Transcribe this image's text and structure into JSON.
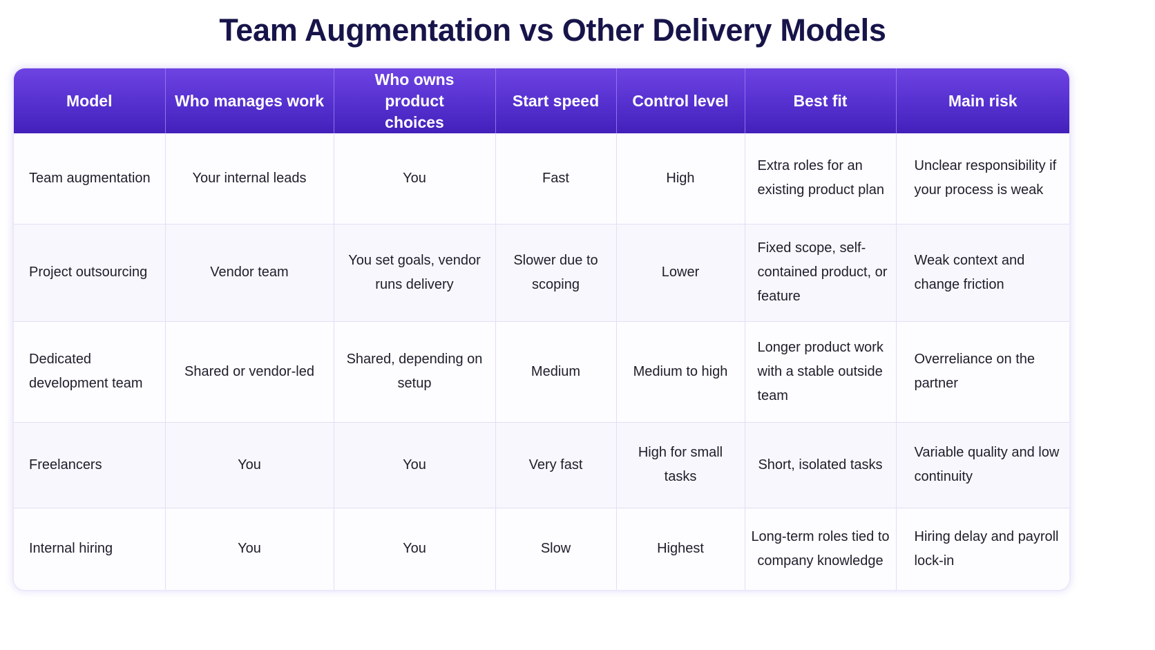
{
  "title": "Team Augmentation vs Other Delivery Models",
  "table": {
    "headers": [
      "Model",
      "Who manages work",
      "Who owns product choices",
      "Start speed",
      "Control level",
      "Best fit",
      "Main risk"
    ],
    "rows": [
      {
        "model": "Team augmentation",
        "manages": "Your internal leads",
        "owns": "You",
        "speed": "Fast",
        "control": "High",
        "fit": "Extra roles for an existing product plan",
        "risk": "Unclear responsibility if your process is weak"
      },
      {
        "model": "Project outsourcing",
        "manages": "Vendor team",
        "owns": "You set goals, vendor runs delivery",
        "speed": "Slower due to scoping",
        "control": "Lower",
        "fit": "Fixed scope, self-contained product, or feature",
        "risk": "Weak context and change friction"
      },
      {
        "model": "Dedicated development team",
        "manages": "Shared or vendor-led",
        "owns": "Shared, depending on setup",
        "speed": "Medium",
        "control": "Medium to high",
        "fit": "Longer product work with a stable outside team",
        "risk": "Overreliance on the partner"
      },
      {
        "model": "Freelancers",
        "manages": "You",
        "owns": "You",
        "speed": "Very fast",
        "control": "High for small tasks",
        "fit": "Short, isolated tasks",
        "risk": "Variable quality and low continuity"
      },
      {
        "model": "Internal hiring",
        "manages": "You",
        "owns": "You",
        "speed": "Slow",
        "control": "Highest",
        "fit": "Long-term roles tied to company knowledge",
        "risk": "Hiring delay and payroll lock-in"
      }
    ]
  }
}
